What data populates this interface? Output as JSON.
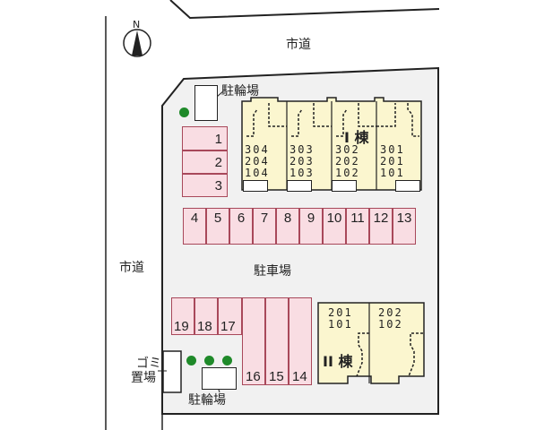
{
  "compass": {
    "label": "N",
    "icon": "north-arrow-icon"
  },
  "roads": {
    "north": "市道",
    "west": "市道"
  },
  "lot": {
    "parking_label": "駐車場",
    "background": "#f1f1f1"
  },
  "bike_parking_north": {
    "label": "駐輪場"
  },
  "bike_parking_south": {
    "label": "駐輪場"
  },
  "garbage": {
    "label_line1": "ゴミ",
    "label_line2": "置場"
  },
  "building_1": {
    "name": "I 棟",
    "units": [
      {
        "lines": [
          "304",
          "204",
          "104"
        ]
      },
      {
        "lines": [
          "303",
          "203",
          "103"
        ]
      },
      {
        "lines": [
          "302",
          "202",
          "102"
        ]
      },
      {
        "lines": [
          "301",
          "201",
          "101"
        ]
      }
    ]
  },
  "building_2": {
    "name": "II 棟",
    "units": [
      {
        "lines": [
          "201",
          "101"
        ]
      },
      {
        "lines": [
          "202",
          "102"
        ]
      }
    ]
  },
  "parking_slots": {
    "left_column": [
      "1",
      "2",
      "3"
    ],
    "middle_row": [
      "4",
      "5",
      "6",
      "7",
      "8",
      "9",
      "10",
      "11",
      "12",
      "13"
    ],
    "bottom_short": [
      "19",
      "18",
      "17"
    ],
    "bottom_long": [
      "16",
      "15",
      "14"
    ]
  },
  "colors": {
    "slot_fill": "#f9dde3",
    "slot_border": "#a8485a",
    "building_fill": "#fbf6cf",
    "tree": "#1f8a2a",
    "outline": "#222222"
  }
}
